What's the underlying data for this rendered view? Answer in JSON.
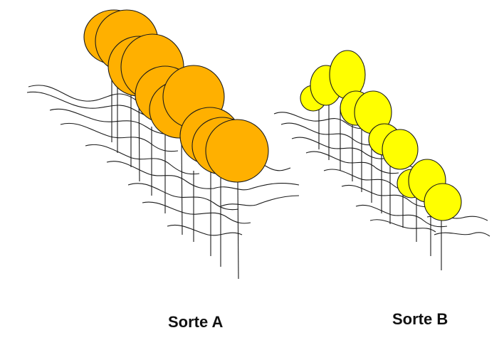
{
  "colors": {
    "orange_fill": "#FFB000",
    "yellow_fill": "#FFFF00",
    "outline": "#1a1a1a",
    "background": "#ffffff"
  },
  "labels": {
    "sorte_a": "Sorte A",
    "sorte_b": "Sorte B"
  },
  "groups": [
    {
      "id": "sorte-a",
      "label_key": "sorte_a",
      "fill_key": "orange_fill",
      "crown_count": 10
    },
    {
      "id": "sorte-b",
      "label_key": "sorte_b",
      "fill_key": "yellow_fill",
      "crown_count": 10
    }
  ]
}
